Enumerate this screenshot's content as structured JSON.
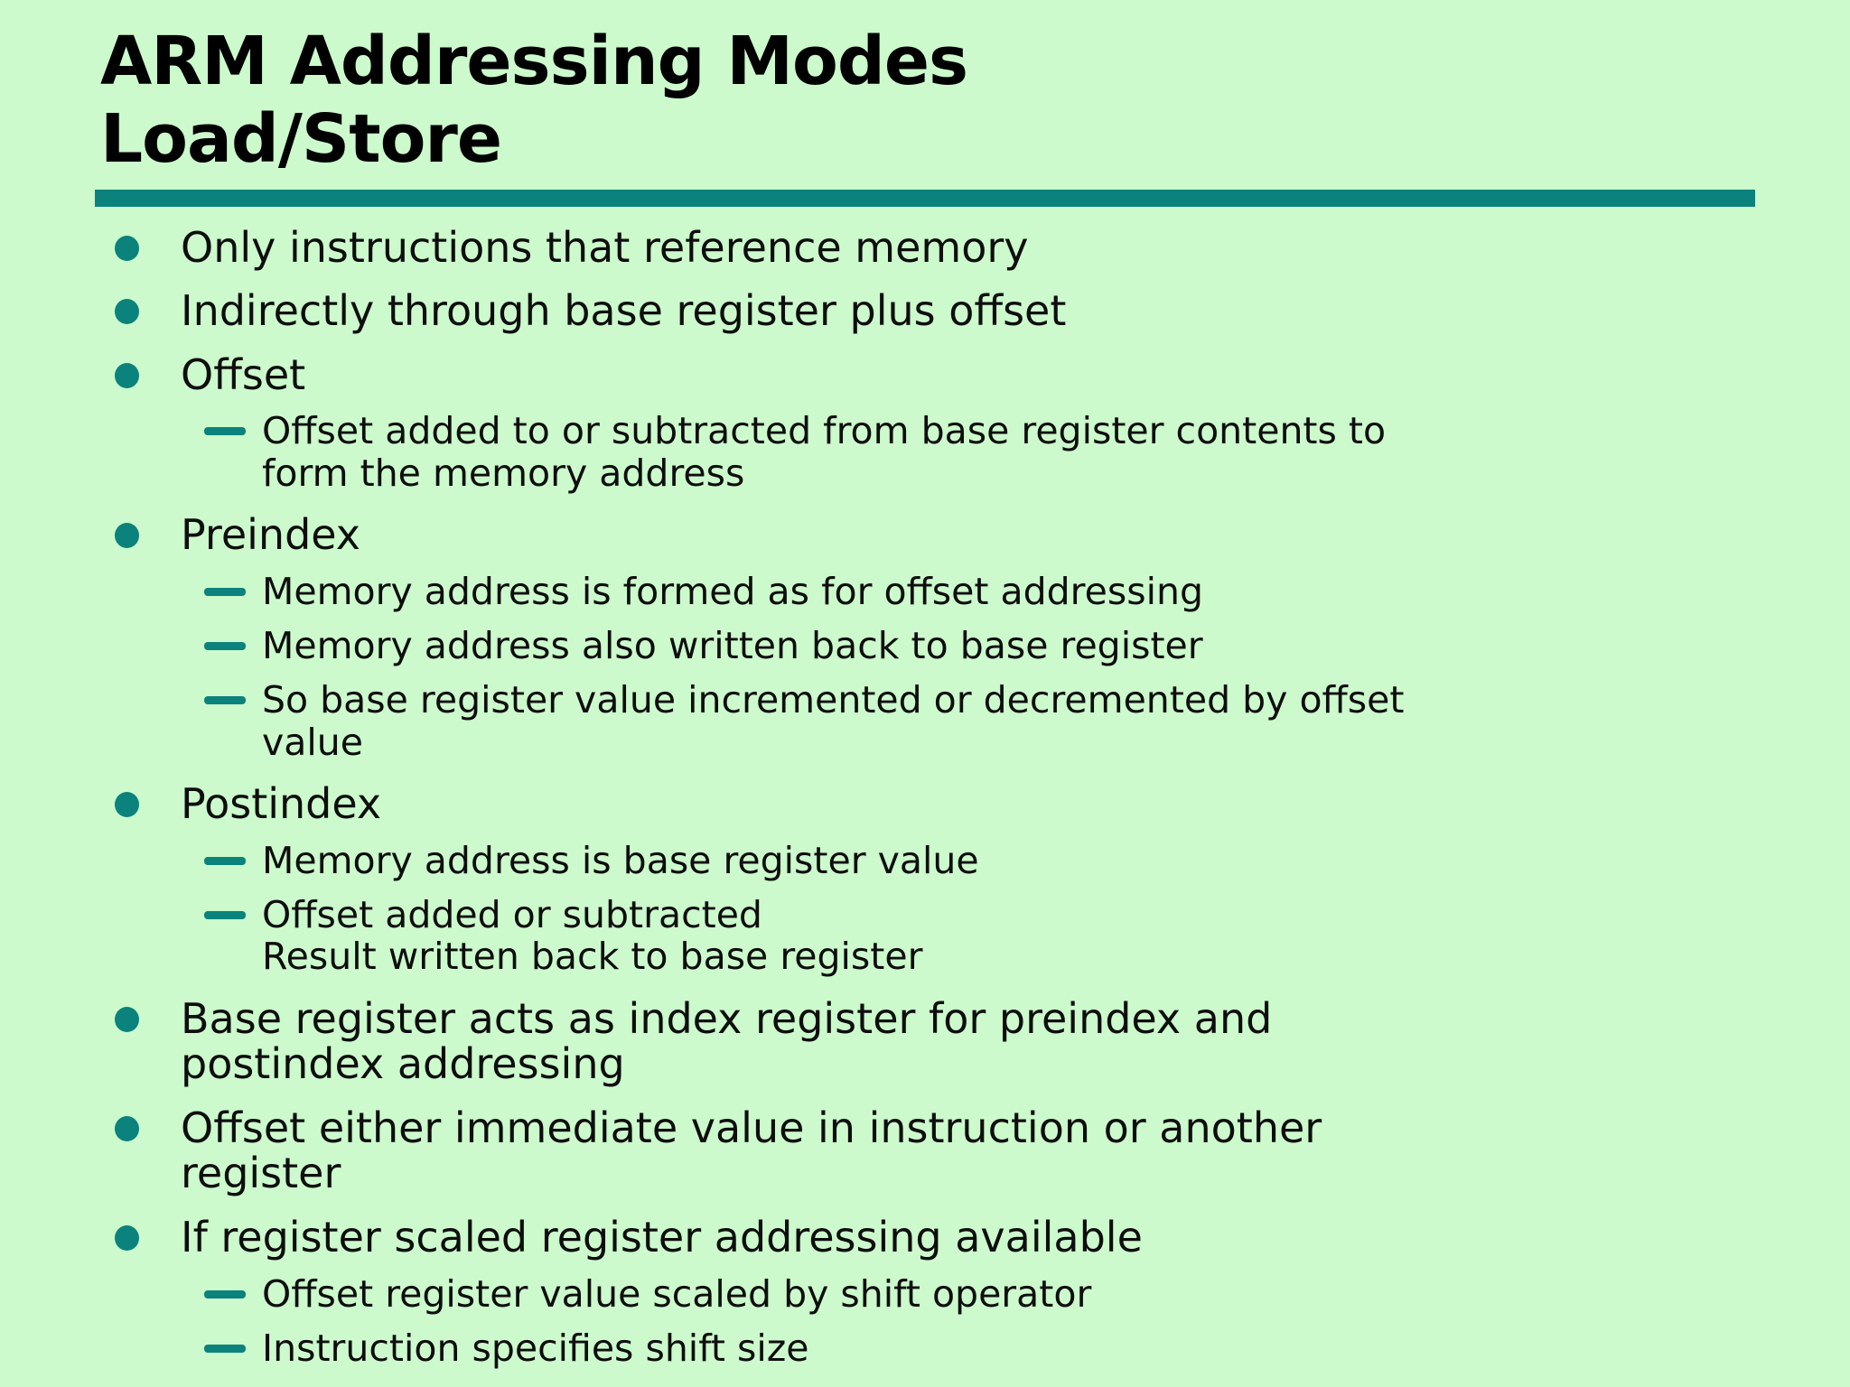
{
  "slide": {
    "title_line1": "ARM Addressing Modes",
    "title_line2": "Load/Store",
    "items": [
      {
        "level": 1,
        "text": "Only instructions that reference memory"
      },
      {
        "level": 1,
        "text": "Indirectly through base register plus offset"
      },
      {
        "level": 1,
        "text": "Offset"
      },
      {
        "level": 2,
        "text": "Offset added to or subtracted from base register contents to\nform the memory address"
      },
      {
        "level": 1,
        "text": "Preindex"
      },
      {
        "level": 2,
        "text": "Memory address is formed as for offset addressing"
      },
      {
        "level": 2,
        "text": "Memory address also written back to base register"
      },
      {
        "level": 2,
        "text": "So base register value incremented or decremented by offset\nvalue"
      },
      {
        "level": 1,
        "text": "Postindex"
      },
      {
        "level": 2,
        "text": "Memory address is base register value"
      },
      {
        "level": 2,
        "text": "Offset added or subtracted\nResult written back to base register"
      },
      {
        "level": 1,
        "text": "Base register acts as index register for preindex and\npostindex addressing"
      },
      {
        "level": 1,
        "text": "Offset either immediate value in instruction or another\nregister"
      },
      {
        "level": 1,
        "text": "If register scaled register addressing available"
      },
      {
        "level": 2,
        "text": "Offset register value scaled by shift operator"
      },
      {
        "level": 2,
        "text": "Instruction specifies shift size"
      }
    ]
  },
  "colors": {
    "background": "#ccfacc",
    "accent_teal": "#0b827c",
    "body_text": "#0e0e0e",
    "title_text": "#000000"
  }
}
